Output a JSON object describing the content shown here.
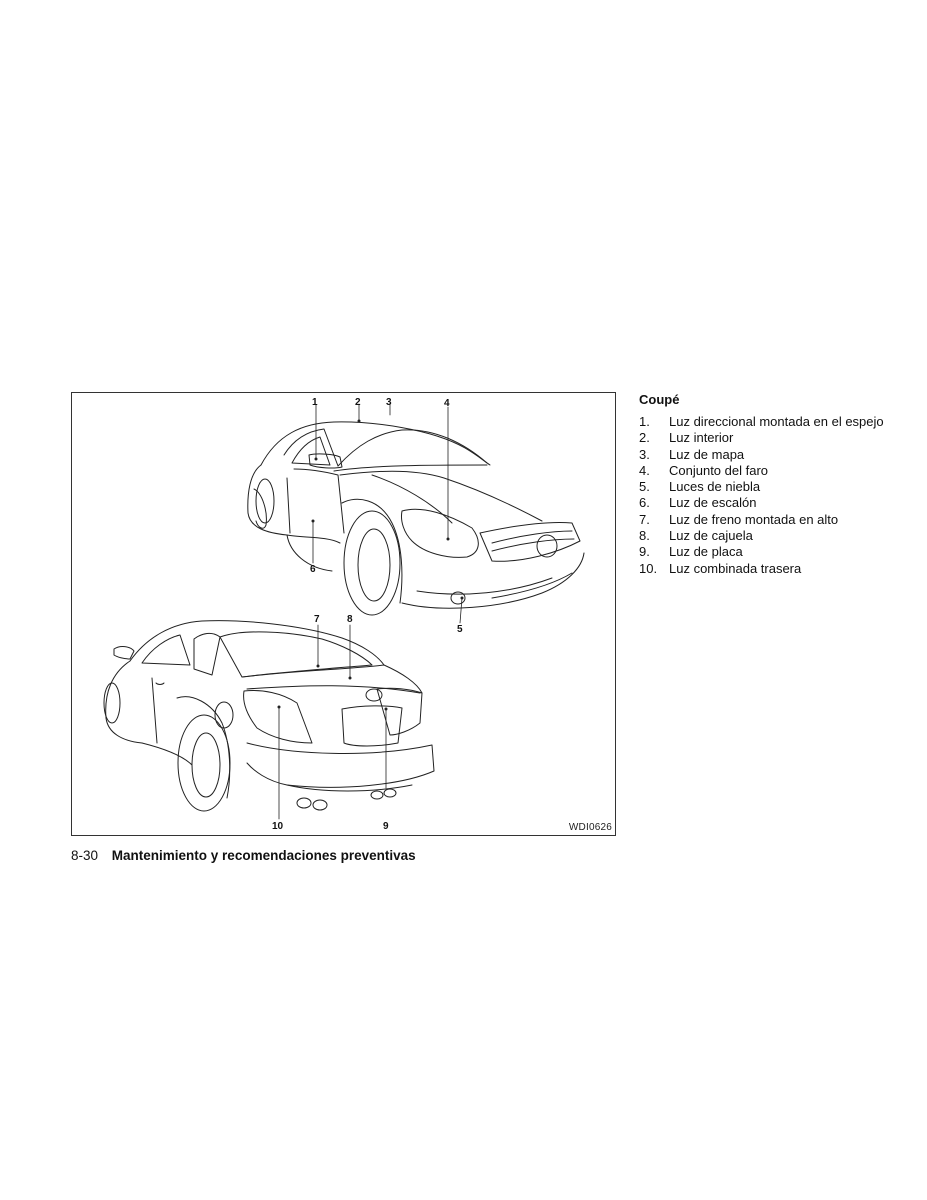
{
  "figure": {
    "code": "WDI0626",
    "callouts": [
      "1",
      "2",
      "3",
      "4",
      "5",
      "6",
      "7",
      "8",
      "9",
      "10"
    ]
  },
  "legend": {
    "title": "Coupé",
    "items": [
      {
        "num": "1.",
        "label": "Luz direccional montada en el espejo"
      },
      {
        "num": "2.",
        "label": "Luz interior"
      },
      {
        "num": "3.",
        "label": "Luz de mapa"
      },
      {
        "num": "4.",
        "label": "Conjunto del faro"
      },
      {
        "num": "5.",
        "label": "Luces de niebla"
      },
      {
        "num": "6.",
        "label": "Luz de escalón"
      },
      {
        "num": "7.",
        "label": "Luz de freno montada en alto"
      },
      {
        "num": "8.",
        "label": "Luz de cajuela"
      },
      {
        "num": "9.",
        "label": "Luz de placa"
      },
      {
        "num": "10.",
        "label": "Luz combinada trasera"
      }
    ]
  },
  "footer": {
    "page": "8-30",
    "title": "Mantenimiento y recomendaciones preventivas"
  }
}
